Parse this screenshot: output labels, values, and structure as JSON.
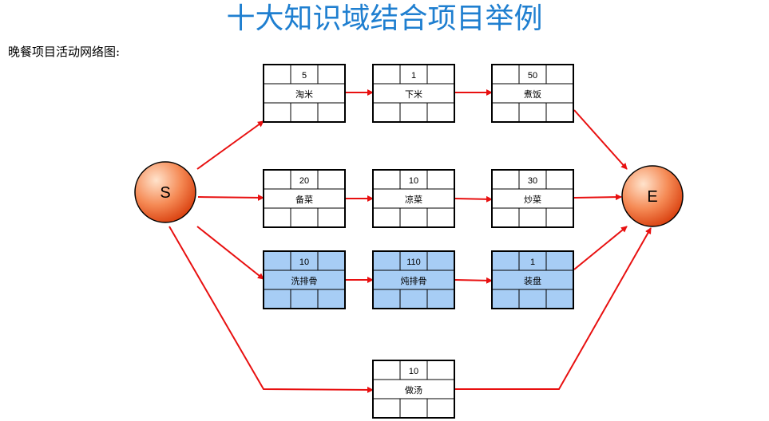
{
  "title": "十大知识域结合项目举例",
  "subtitle": "晚餐项目活动网络图:",
  "nodes": {
    "start": "S",
    "end": "E"
  },
  "activities": [
    {
      "id": "taomi",
      "name": "淘米",
      "duration": "5",
      "critical": false
    },
    {
      "id": "xiami",
      "name": "下米",
      "duration": "1",
      "critical": false
    },
    {
      "id": "zhufan",
      "name": "煮饭",
      "duration": "50",
      "critical": false
    },
    {
      "id": "beicai",
      "name": "备菜",
      "duration": "20",
      "critical": false
    },
    {
      "id": "liangcai",
      "name": "凉菜",
      "duration": "10",
      "critical": false
    },
    {
      "id": "chaocai",
      "name": "炒菜",
      "duration": "30",
      "critical": false
    },
    {
      "id": "xipaigu",
      "name": "洗排骨",
      "duration": "10",
      "critical": true
    },
    {
      "id": "dunpaigu",
      "name": "炖排骨",
      "duration": "110",
      "critical": true
    },
    {
      "id": "zhuangpan",
      "name": "装盘",
      "duration": "1",
      "critical": true
    },
    {
      "id": "zuotang",
      "name": "做汤",
      "duration": "10",
      "critical": false
    }
  ],
  "colors": {
    "title": "#1f7fd0",
    "arrow": "#e81010",
    "critical_fill": "#a7cdf5",
    "normal_fill": "#ffffff",
    "circle_light": "#ffd0b0",
    "circle_dark": "#e8531a"
  }
}
